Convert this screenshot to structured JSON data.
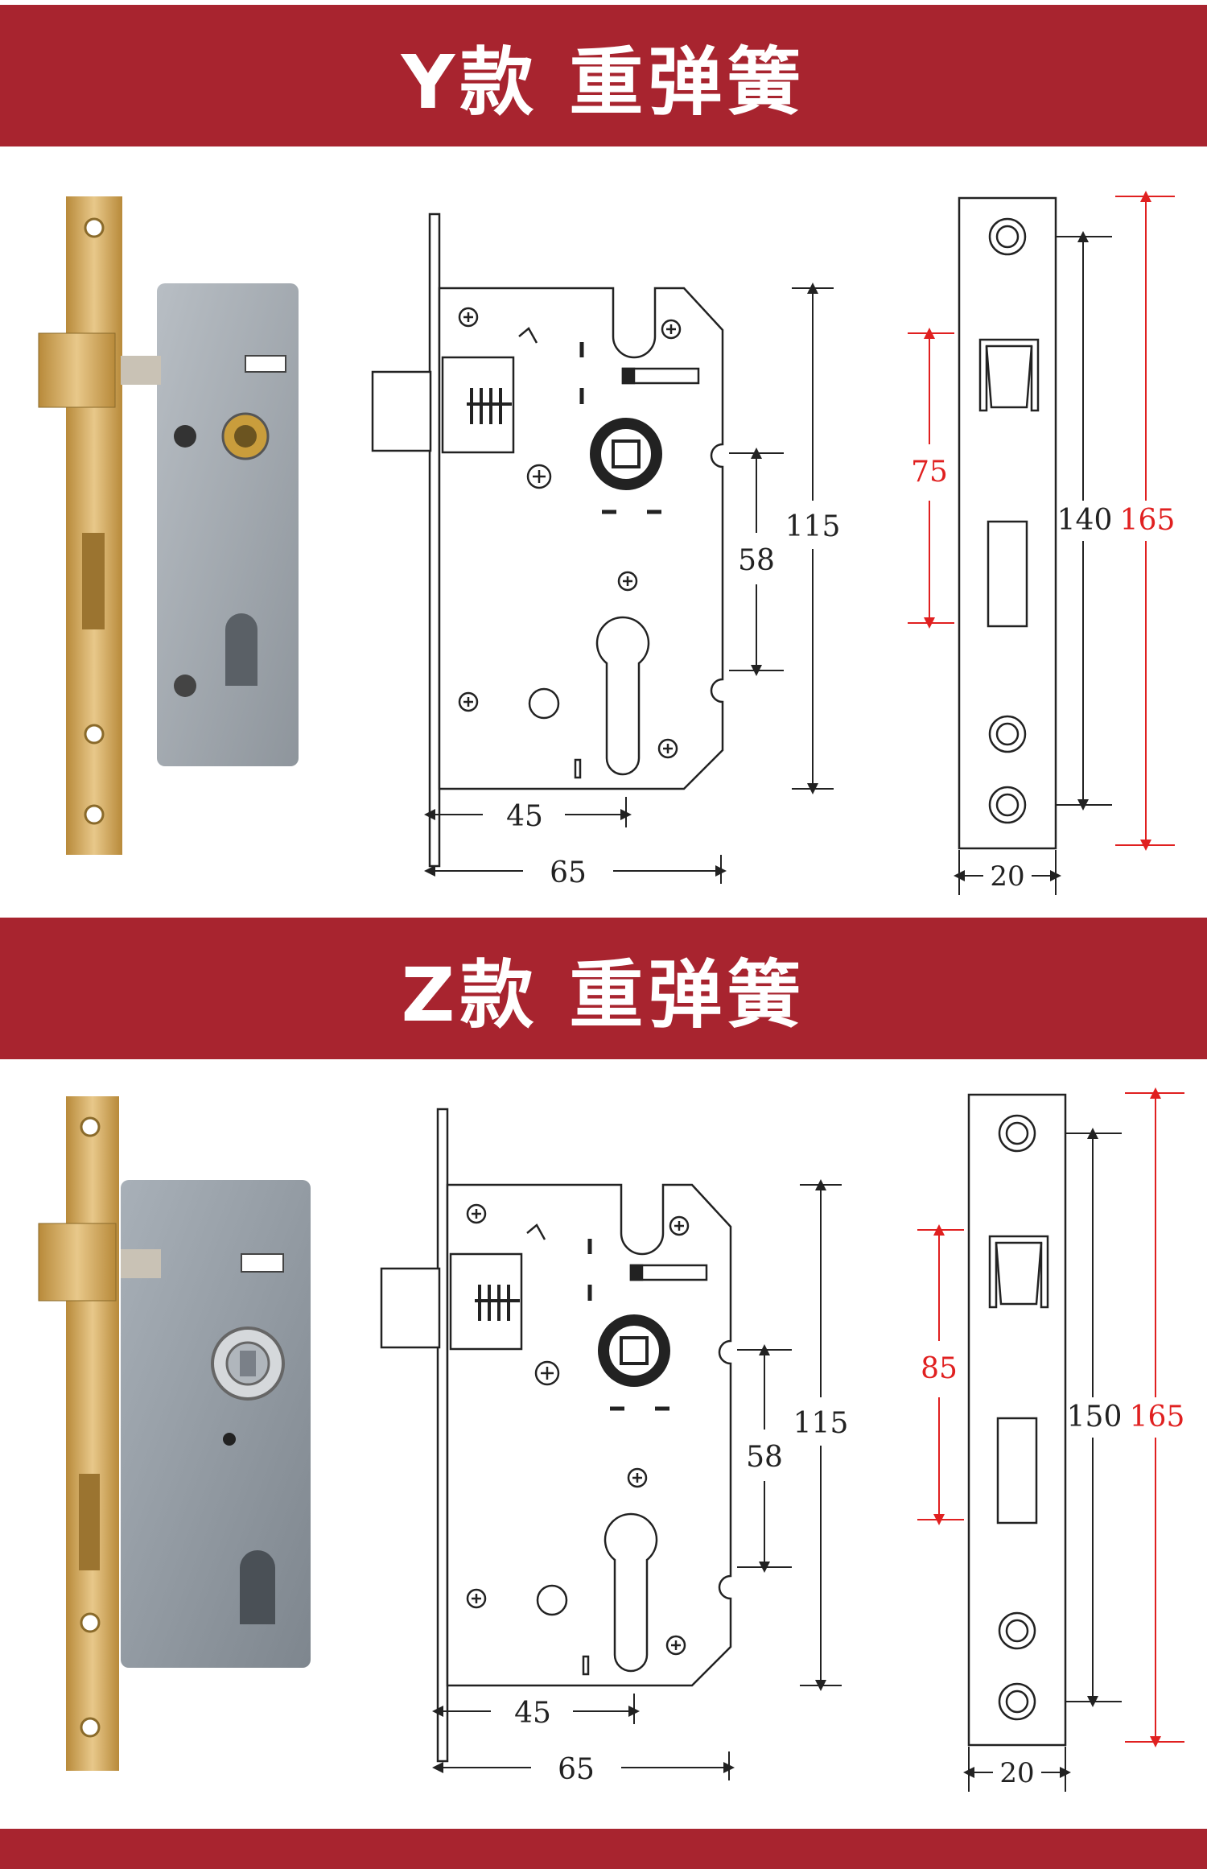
{
  "sections": [
    {
      "title": "Y款 重弹簧",
      "dims": {
        "d45": "45",
        "d65": "65",
        "d58": "58",
        "d115": "115",
        "d75": "75",
        "d140": "140",
        "d165": "165",
        "d20": "20"
      }
    },
    {
      "title": "Z款 重弹簧",
      "dims": {
        "d45": "45",
        "d65": "65",
        "d58": "58",
        "d115": "115",
        "d85": "85",
        "d150": "150",
        "d165": "165",
        "d20": "20"
      }
    }
  ],
  "colors": {
    "banner": "#a8242f",
    "red_dimension": "#e02020",
    "gold": "#c8a050",
    "plate_gray": "#9aa1a8"
  }
}
